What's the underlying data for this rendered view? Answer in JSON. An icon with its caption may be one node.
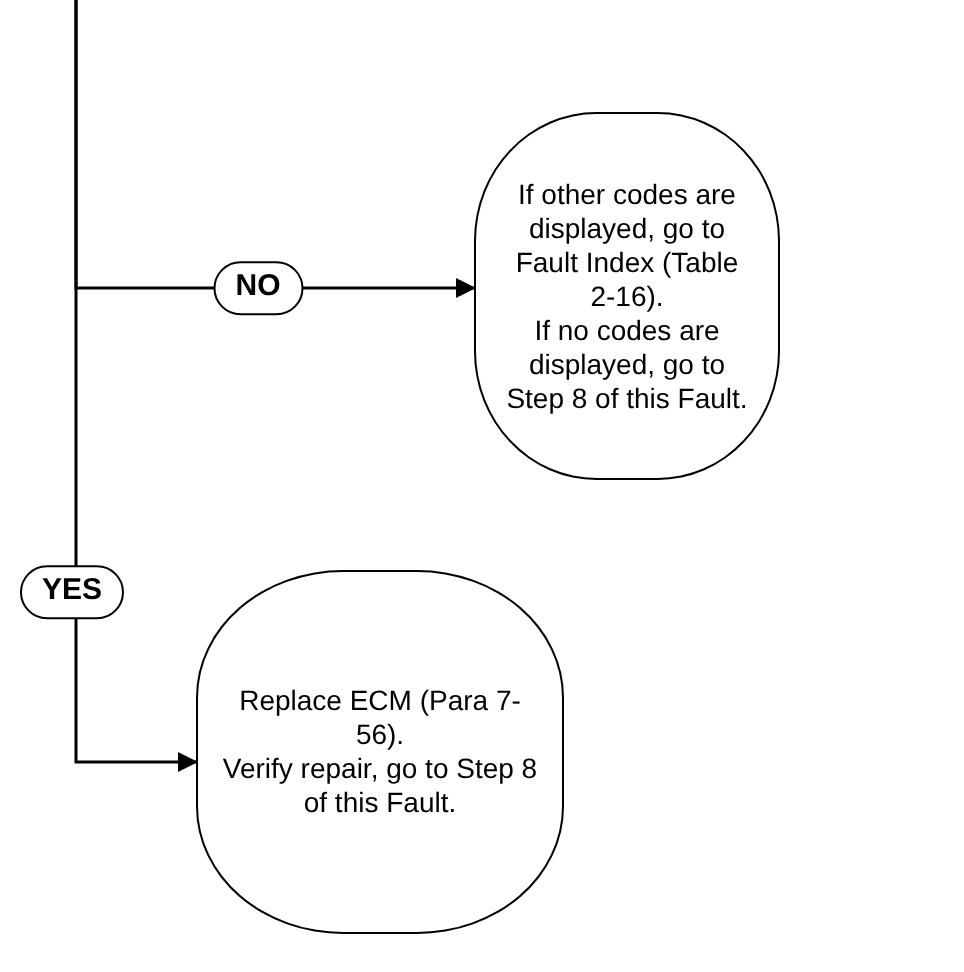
{
  "diagram": {
    "nodes": [
      {
        "text": [
          "If other codes are displayed, go to Fault Index (Table 2-16).",
          "If no codes are displayed, go to Step 8 of this Fault."
        ]
      },
      {
        "text": [
          "Replace ECM (Para 7-56).",
          "Verify repair, go to Step 8 of this Fault."
        ]
      }
    ],
    "edges": [
      {
        "from": null,
        "to": 0,
        "label": "NO",
        "arrow": "to"
      },
      {
        "from": null,
        "to": 1,
        "label": "YES",
        "arrow": "to"
      }
    ]
  }
}
